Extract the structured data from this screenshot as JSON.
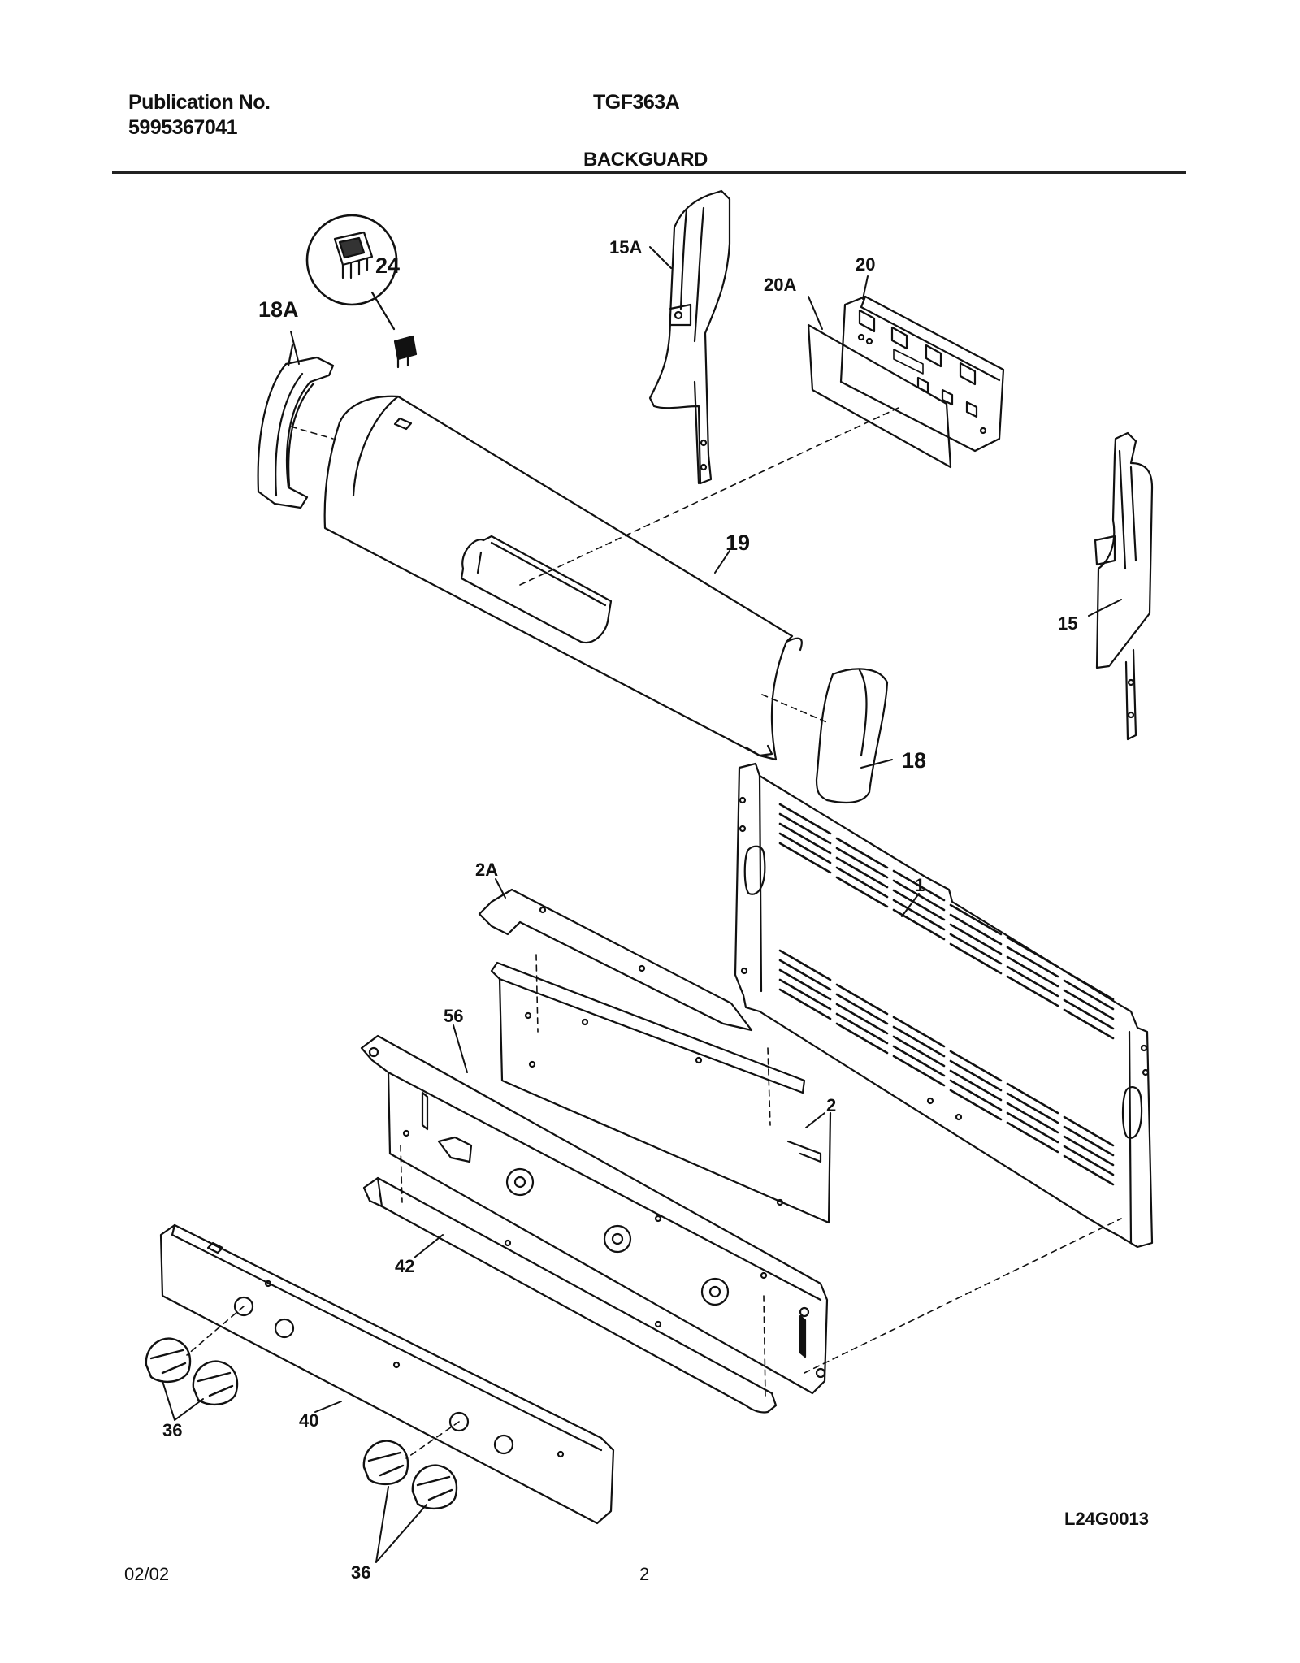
{
  "header": {
    "publication_label": "Publication No.",
    "publication_number": "5995367041",
    "model": "TGF363A",
    "section_title": "BACKGUARD"
  },
  "callouts": {
    "c24": "24",
    "c18A": "18A",
    "c15A": "15A",
    "c20": "20",
    "c20A": "20A",
    "c19": "19",
    "c15": "15",
    "c18": "18",
    "c1": "1",
    "c2A": "2A",
    "c56": "56",
    "c2": "2",
    "c42": "42",
    "c36a": "36",
    "c40": "40",
    "c36b": "36"
  },
  "footer": {
    "date": "02/02",
    "page": "2",
    "drawing_code": "L24G0013"
  }
}
